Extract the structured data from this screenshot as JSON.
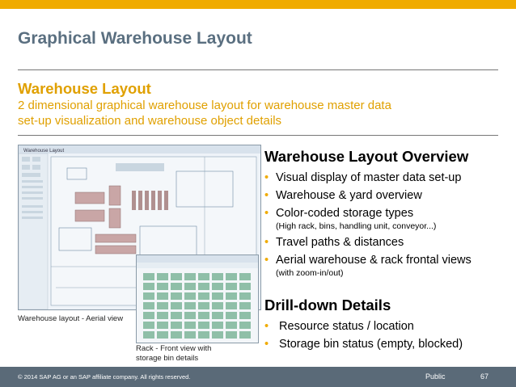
{
  "header": {
    "title": "Graphical Warehouse Layout"
  },
  "intro": {
    "heading": "Warehouse Layout",
    "desc_line1": "2 dimensional graphical warehouse layout for warehouse master data",
    "desc_line2": "set-up visualization and warehouse object details"
  },
  "overview": {
    "heading": "Warehouse Layout Overview",
    "items": [
      {
        "text": "Visual display of master data set-up",
        "sub": ""
      },
      {
        "text": "Warehouse & yard overview",
        "sub": ""
      },
      {
        "text": "Color-coded storage types",
        "sub": "(High rack, bins, handling unit, conveyor...)"
      },
      {
        "text": "Travel paths & distances",
        "sub": ""
      },
      {
        "text": "Aerial warehouse & rack frontal views",
        "sub": "(with zoom-in/out)"
      }
    ]
  },
  "drilldown": {
    "heading": "Drill-down Details",
    "items": [
      {
        "text": " Resource status / location"
      },
      {
        "text": " Storage bin status (empty, blocked)"
      }
    ]
  },
  "screenshots": {
    "aerial_window_title": "Warehouse Layout",
    "aerial_caption": "Warehouse layout - Aerial view",
    "rack_caption_line1": "Rack - Front view with",
    "rack_caption_line2": "storage bin details"
  },
  "footer": {
    "copyright": "© 2014 SAP AG or an SAP affiliate company. All rights reserved.",
    "classification": "Public",
    "page_number": "67"
  },
  "colors": {
    "accent": "#f0ab00",
    "title_gray": "#5a6f80",
    "footer_bg": "#5a6a78",
    "bin_green": "#8fbfa8"
  },
  "icons": [
    "bullet-icon"
  ]
}
